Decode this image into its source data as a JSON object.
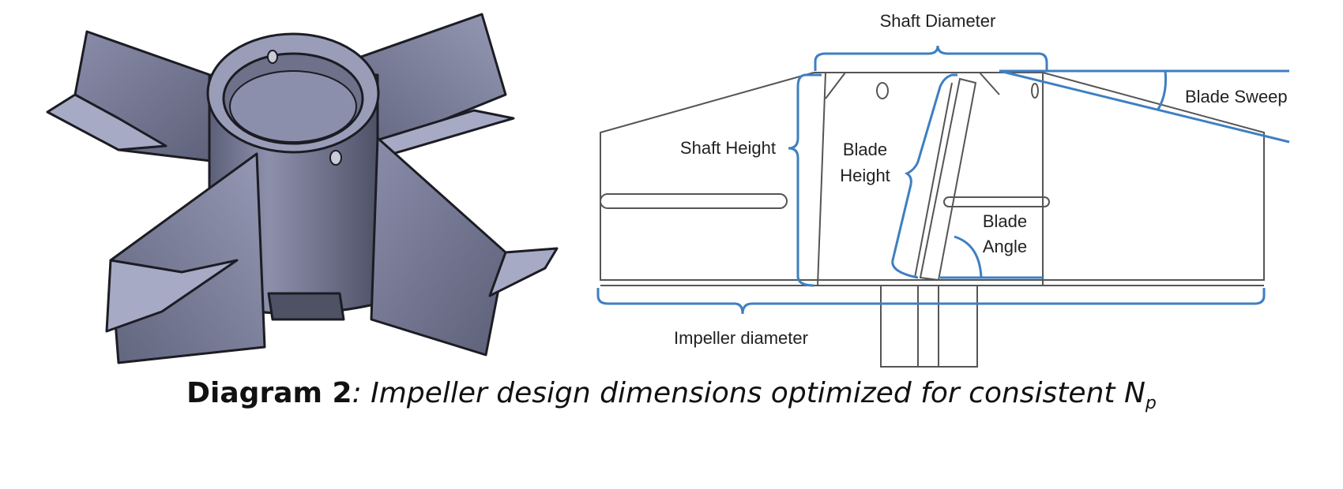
{
  "labels": {
    "shaft_diameter": "Shaft Diameter",
    "blade_sweep": "Blade Sweep",
    "shaft_height": "Shaft Height",
    "blade_height_line1": "Blade",
    "blade_height_line2": "Height",
    "blade_angle_line1": "Blade",
    "blade_angle_line2": "Angle",
    "impeller_diameter": "Impeller diameter"
  },
  "caption": {
    "bold": "Diagram 2",
    "italic": ": Impeller design dimensions optimized for consistent N",
    "subscript": "p"
  },
  "colors": {
    "dimension_blue": "#3e7fc1",
    "outline_gray": "#555555",
    "metal_light": "#a7aac5",
    "metal_mid": "#7c7f9b",
    "metal_dark": "#55586f"
  }
}
